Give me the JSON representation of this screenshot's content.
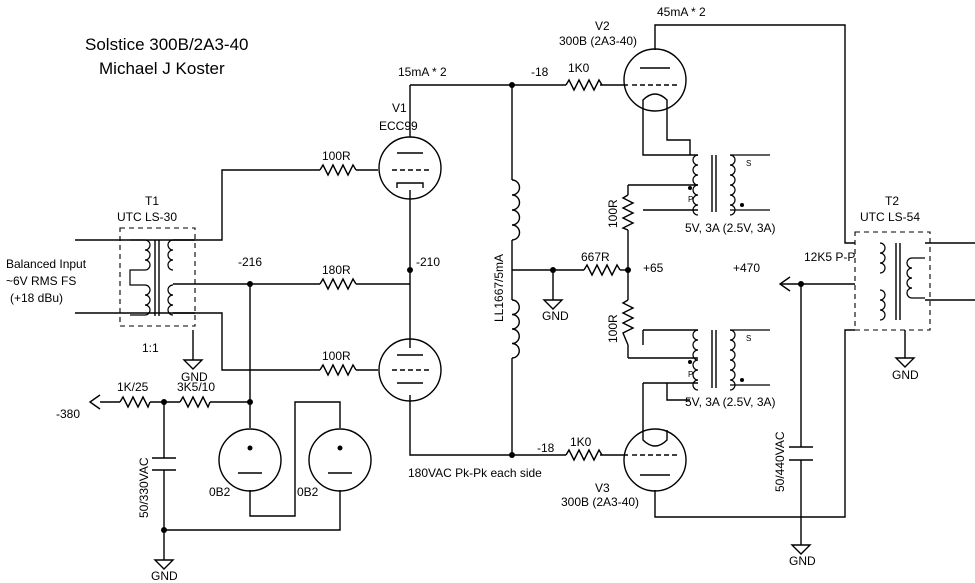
{
  "title": {
    "line1": "Solstice 300B/2A3-40",
    "line2": "Michael J Koster"
  },
  "labels": {
    "v1": "V1",
    "v1_type": "ECC99",
    "v2": "V2",
    "v2_type": "300B (2A3-40)",
    "v3": "V3",
    "v3_type": "300B (2A3-40)",
    "t1": "T1",
    "t1_type": "UTC LS-30",
    "t1_ratio": "1:1",
    "t2": "T2",
    "t2_type": "UTC LS-54",
    "input_1": "Balanced Input",
    "input_2": "~6V RMS FS",
    "input_3": "(+18 dBu)",
    "r_grid_top": "100R",
    "r_cathode": "180R",
    "r_grid_bottom": "100R",
    "v_216": "-216",
    "v_210": "-210",
    "i_15ma": "15mA * 2",
    "v_18_top": "-18",
    "v_18_bottom": "-18",
    "r_1k0_top": "1K0",
    "r_1k0_bottom": "1K0",
    "i_45ma": "45mA * 2",
    "choke": "LL1667/5mA",
    "r_667": "667R",
    "v_65": "+65",
    "v_470": "+470",
    "load": "12K5 P-P",
    "r_100_top": "100R",
    "r_100_bottom": "100R",
    "fil_top": "5V, 3A (2.5V, 3A)",
    "fil_bottom": "5V, 3A (2.5V, 3A)",
    "tp_top": "P",
    "ts_top": "S",
    "tp_bottom": "P",
    "ts_bottom": "S",
    "v_380": "-380",
    "r_1k25": "1K/25",
    "r_3k5": "3K5/10",
    "cap_left": "50/330VAC",
    "cap_right": "50/440VAC",
    "ob2_left": "0B2",
    "ob2_right": "0B2",
    "ac_note": "180VAC Pk-Pk each side",
    "gnd_t1": "GND",
    "gnd_choke": "GND",
    "gnd_left": "GND",
    "gnd_right": "GND",
    "gnd_t2": "GND"
  }
}
